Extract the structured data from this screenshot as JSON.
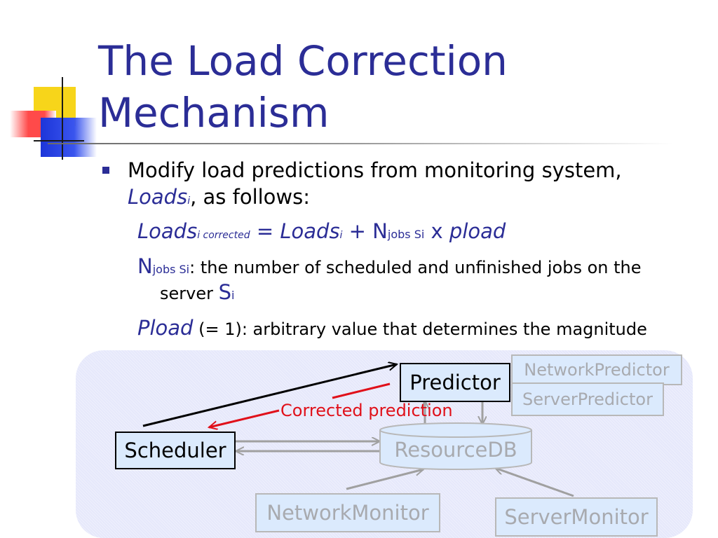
{
  "slide": {
    "title_line1": "The Load Correction",
    "title_line2": "Mechanism"
  },
  "bullet": {
    "line1": "Modify load predictions from monitoring system,",
    "line2_var": "Loads",
    "line2_sub": "i",
    "line2_rest": ", as follows:"
  },
  "formula": {
    "lhs": "Loads",
    "lhs_sub": "i corrected",
    "eq": " = ",
    "rhs_var": "Loads",
    "rhs_sub": "i",
    "plus": " + N",
    "njobs_sub": "jobs Si",
    "times": " x ",
    "pload": "pload"
  },
  "njobs_def": {
    "n": "N",
    "sub": "jobs Si",
    "desc": ": the number of scheduled and unfinished jobs on the",
    "desc2": "server ",
    "s": "S",
    "s_sub": "i"
  },
  "pload_def": {
    "name": "Pload",
    "paren": " (= 1)",
    "desc": ": arbitrary value that determines the magnitude"
  },
  "diagram": {
    "predictor": "Predictor",
    "network_predictor": "NetworkPredictor",
    "server_predictor": "ServerPredictor",
    "corrected_prediction": "Corrected prediction",
    "scheduler": "Scheduler",
    "resource_db": "ResourceDB",
    "network_monitor": "NetworkMonitor",
    "server_monitor": "ServerMonitor"
  },
  "colors": {
    "title": "#2b2d96",
    "red_arrow": "#e0101a",
    "gray_arrow": "#a0a0a0"
  }
}
